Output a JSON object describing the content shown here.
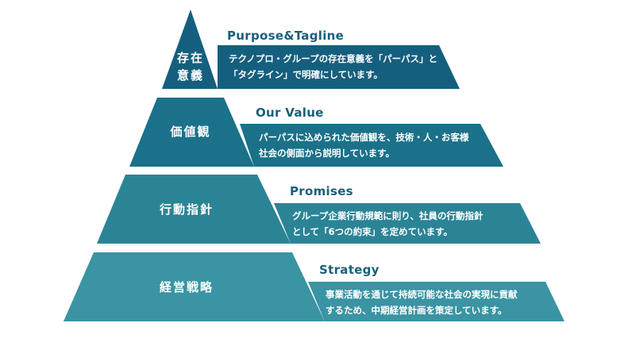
{
  "colors": {
    "tier1": "#155f7e",
    "tier2": "#1b7189",
    "tier3": "#2b8496",
    "tier4": "#3a94a3",
    "heading": "#1a5f7a"
  },
  "pyramid": {
    "tiers": [
      {
        "label_line1": "存在",
        "label_line2": "意義",
        "heading": "Purpose&Tagline",
        "desc_line1": "テクノプロ・グループの存在意義を「パーパス」と",
        "desc_line2": "「タグライン」で明確にしています。"
      },
      {
        "label_line1": "価値観",
        "heading": "Our Value",
        "desc_line1": "パーパスに込められた価値観を、技術・人・お客様",
        "desc_line2": "社会の側面から説明しています。"
      },
      {
        "label_line1": "行動指針",
        "heading": "Promises",
        "desc_line1": "グループ企業行動規範に則り、社員の行動指針",
        "desc_line2": "として「6つの約束」を定めています。"
      },
      {
        "label_line1": "経営戦略",
        "heading": "Strategy",
        "desc_line1": "事業活動を通じて持続可能な社会の実現に貢献",
        "desc_line2": "するため、中期経営計画を策定しています。"
      }
    ]
  }
}
